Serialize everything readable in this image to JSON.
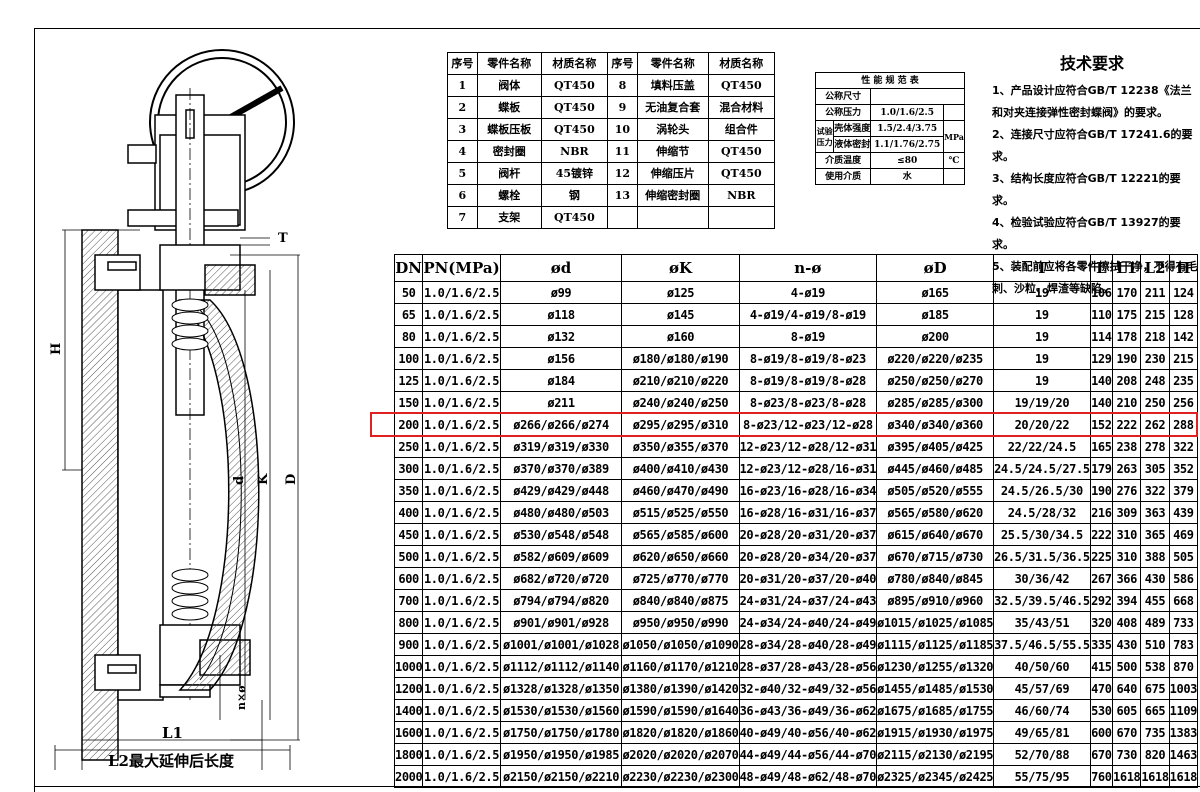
{
  "parts_table": {
    "headers": [
      "序号",
      "零件名称",
      "材质名称",
      "序号",
      "零件名称",
      "材质名称"
    ],
    "rows": [
      [
        "1",
        "阀体",
        "QT450",
        "8",
        "填料压盖",
        "QT450"
      ],
      [
        "2",
        "蝶板",
        "QT450",
        "9",
        "无油复合套",
        "混合材料"
      ],
      [
        "3",
        "蝶板压板",
        "QT450",
        "10",
        "涡轮头",
        "组合件"
      ],
      [
        "4",
        "密封圈",
        "NBR",
        "11",
        "伸缩节",
        "QT450"
      ],
      [
        "5",
        "阀杆",
        "45镀锌",
        "12",
        "伸缩压片",
        "QT450"
      ],
      [
        "6",
        "螺栓",
        "钢",
        "13",
        "伸缩密封圈",
        "NBR"
      ],
      [
        "7",
        "支架",
        "QT450",
        "",
        "",
        ""
      ]
    ]
  },
  "performance_table": {
    "title": "性 能 规 范 表",
    "rows": {
      "nominal_size": "公称尺寸",
      "nominal_pressure_label": "公称压力",
      "nominal_pressure_value": "1.0/1.6/2.5",
      "test_label": "试验压力",
      "shell_label": "壳体强度",
      "shell_value": "1.5/2.4/3.75",
      "seal_label": "液体密封",
      "seal_value": "1.1/1.76/2.75",
      "unit_mpa": "MPa",
      "temp_label": "介质温度",
      "temp_value": "≤80",
      "unit_c": "℃",
      "medium_label": "使用介质",
      "medium_value": "水"
    }
  },
  "requirements": {
    "title": "技术要求",
    "items": [
      "1、产品设计应符合GB/T 12238《法兰和对夹连接弹性密封蝶阀》的要求。",
      "2、连接尺寸应符合GB/T 17241.6的要求。",
      "3、结构长度应符合GB/T 12221的要求。",
      "4、检验试验应符合GB/T 13927的要求。",
      "5、装配前应将各零件擦拭干净，不得有毛刺、沙粒、焊渣等缺陷。"
    ]
  },
  "spec_table": {
    "headers": [
      "DN",
      "PN(MPa)",
      "ød",
      "øK",
      "n-ø",
      "øD",
      "T",
      "L",
      "L1",
      "L2",
      "H"
    ],
    "highlight_dn": "200",
    "highlight_color": "#e02020",
    "rows": [
      [
        "50",
        "1.0/1.6/2.5",
        "ø99",
        "ø125",
        "4-ø19",
        "ø165",
        "19",
        "106",
        "170",
        "211",
        "124"
      ],
      [
        "65",
        "1.0/1.6/2.5",
        "ø118",
        "ø145",
        "4-ø19/4-ø19/8-ø19",
        "ø185",
        "19",
        "110",
        "175",
        "215",
        "128"
      ],
      [
        "80",
        "1.0/1.6/2.5",
        "ø132",
        "ø160",
        "8-ø19",
        "ø200",
        "19",
        "114",
        "178",
        "218",
        "142"
      ],
      [
        "100",
        "1.0/1.6/2.5",
        "ø156",
        "ø180/ø180/ø190",
        "8-ø19/8-ø19/8-ø23",
        "ø220/ø220/ø235",
        "19",
        "129",
        "190",
        "230",
        "215"
      ],
      [
        "125",
        "1.0/1.6/2.5",
        "ø184",
        "ø210/ø210/ø220",
        "8-ø19/8-ø19/8-ø28",
        "ø250/ø250/ø270",
        "19",
        "140",
        "208",
        "248",
        "235"
      ],
      [
        "150",
        "1.0/1.6/2.5",
        "ø211",
        "ø240/ø240/ø250",
        "8-ø23/8-ø23/8-ø28",
        "ø285/ø285/ø300",
        "19/19/20",
        "140",
        "210",
        "250",
        "256"
      ],
      [
        "200",
        "1.0/1.6/2.5",
        "ø266/ø266/ø274",
        "ø295/ø295/ø310",
        "8-ø23/12-ø23/12-ø28",
        "ø340/ø340/ø360",
        "20/20/22",
        "152",
        "222",
        "262",
        "288"
      ],
      [
        "250",
        "1.0/1.6/2.5",
        "ø319/ø319/ø330",
        "ø350/ø355/ø370",
        "12-ø23/12-ø28/12-ø31",
        "ø395/ø405/ø425",
        "22/22/24.5",
        "165",
        "238",
        "278",
        "322"
      ],
      [
        "300",
        "1.0/1.6/2.5",
        "ø370/ø370/ø389",
        "ø400/ø410/ø430",
        "12-ø23/12-ø28/16-ø31",
        "ø445/ø460/ø485",
        "24.5/24.5/27.5",
        "179",
        "263",
        "305",
        "352"
      ],
      [
        "350",
        "1.0/1.6/2.5",
        "ø429/ø429/ø448",
        "ø460/ø470/ø490",
        "16-ø23/16-ø28/16-ø34",
        "ø505/ø520/ø555",
        "24.5/26.5/30",
        "190",
        "276",
        "322",
        "379"
      ],
      [
        "400",
        "1.0/1.6/2.5",
        "ø480/ø480/ø503",
        "ø515/ø525/ø550",
        "16-ø28/16-ø31/16-ø37",
        "ø565/ø580/ø620",
        "24.5/28/32",
        "216",
        "309",
        "363",
        "439"
      ],
      [
        "450",
        "1.0/1.6/2.5",
        "ø530/ø548/ø548",
        "ø565/ø585/ø600",
        "20-ø28/20-ø31/20-ø37",
        "ø615/ø640/ø670",
        "25.5/30/34.5",
        "222",
        "310",
        "365",
        "469"
      ],
      [
        "500",
        "1.0/1.6/2.5",
        "ø582/ø609/ø609",
        "ø620/ø650/ø660",
        "20-ø28/20-ø34/20-ø37",
        "ø670/ø715/ø730",
        "26.5/31.5/36.5",
        "225",
        "310",
        "388",
        "505"
      ],
      [
        "600",
        "1.0/1.6/2.5",
        "ø682/ø720/ø720",
        "ø725/ø770/ø770",
        "20-ø31/20-ø37/20-ø40",
        "ø780/ø840/ø845",
        "30/36/42",
        "267",
        "366",
        "430",
        "586"
      ],
      [
        "700",
        "1.0/1.6/2.5",
        "ø794/ø794/ø820",
        "ø840/ø840/ø875",
        "24-ø31/24-ø37/24-ø43",
        "ø895/ø910/ø960",
        "32.5/39.5/46.5",
        "292",
        "394",
        "455",
        "668"
      ],
      [
        "800",
        "1.0/1.6/2.5",
        "ø901/ø901/ø928",
        "ø950/ø950/ø990",
        "24-ø34/24-ø40/24-ø49",
        "ø1015/ø1025/ø1085",
        "35/43/51",
        "320",
        "408",
        "489",
        "733"
      ],
      [
        "900",
        "1.0/1.6/2.5",
        "ø1001/ø1001/ø1028",
        "ø1050/ø1050/ø1090",
        "28-ø34/28-ø40/28-ø49",
        "ø1115/ø1125/ø1185",
        "37.5/46.5/55.5",
        "335",
        "430",
        "510",
        "783"
      ],
      [
        "1000",
        "1.0/1.6/2.5",
        "ø1112/ø1112/ø1140",
        "ø1160/ø1170/ø1210",
        "28-ø37/28-ø43/28-ø56",
        "ø1230/ø1255/ø1320",
        "40/50/60",
        "415",
        "500",
        "538",
        "870"
      ],
      [
        "1200",
        "1.0/1.6/2.5",
        "ø1328/ø1328/ø1350",
        "ø1380/ø1390/ø1420",
        "32-ø40/32-ø49/32-ø56",
        "ø1455/ø1485/ø1530",
        "45/57/69",
        "470",
        "640",
        "675",
        "1003"
      ],
      [
        "1400",
        "1.0/1.6/2.5",
        "ø1530/ø1530/ø1560",
        "ø1590/ø1590/ø1640",
        "36-ø43/36-ø49/36-ø62",
        "ø1675/ø1685/ø1755",
        "46/60/74",
        "530",
        "605",
        "665",
        "1109"
      ],
      [
        "1600",
        "1.0/1.6/2.5",
        "ø1750/ø1750/ø1780",
        "ø1820/ø1820/ø1860",
        "40-ø49/40-ø56/40-ø62",
        "ø1915/ø1930/ø1975",
        "49/65/81",
        "600",
        "670",
        "735",
        "1383"
      ],
      [
        "1800",
        "1.0/1.6/2.5",
        "ø1950/ø1950/ø1985",
        "ø2020/ø2020/ø2070",
        "44-ø49/44-ø56/44-ø70",
        "ø2115/ø2130/ø2195",
        "52/70/88",
        "670",
        "730",
        "820",
        "1463"
      ],
      [
        "2000",
        "1.0/1.6/2.5",
        "ø2150/ø2150/ø2210",
        "ø2230/ø2230/ø2300",
        "48-ø49/48-ø62/48-ø70",
        "ø2325/ø2345/ø2425",
        "55/75/95",
        "760",
        "1618",
        "1618",
        "1618"
      ]
    ]
  },
  "drawing_labels": {
    "T": "T",
    "H": "H",
    "d": "d",
    "K": "K",
    "D": "D",
    "nxo": "n×ø",
    "L1": "L1",
    "L2_caption": "L2最大延伸后长度"
  }
}
